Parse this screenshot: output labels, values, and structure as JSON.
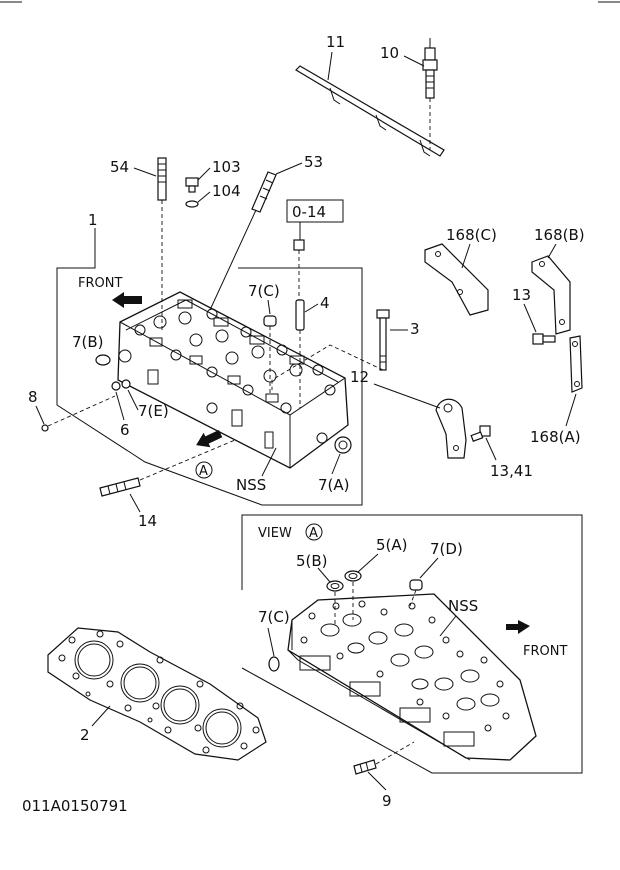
{
  "diagram": {
    "code": "011A0150791",
    "labels": {
      "p1": "1",
      "p2": "2",
      "p3": "3",
      "p4": "4",
      "p6": "6",
      "p8": "8",
      "p9": "9",
      "p10": "10",
      "p11": "11",
      "p12": "12",
      "p13": "13",
      "p14": "14",
      "p53": "53",
      "p54": "54",
      "p103": "103",
      "p104": "104",
      "p0_14": "0-14",
      "p168c": "168(C)",
      "p168b": "168(B)",
      "p168a": "168(A)",
      "p13_41": "13,41",
      "p7b": "7(B)",
      "p7c_top": "7(C)",
      "p7e": "7(E)",
      "p7a": "7(A)",
      "nss_top": "NSS",
      "front_top": "FRONT",
      "view_marker_top": "A",
      "view_title": "VIEW",
      "view_marker": "A",
      "p5b": "5(B)",
      "p5a": "5(A)",
      "p7d": "7(D)",
      "p7c_view": "7(C)",
      "nss_view": "NSS",
      "front_view": "FRONT"
    }
  }
}
